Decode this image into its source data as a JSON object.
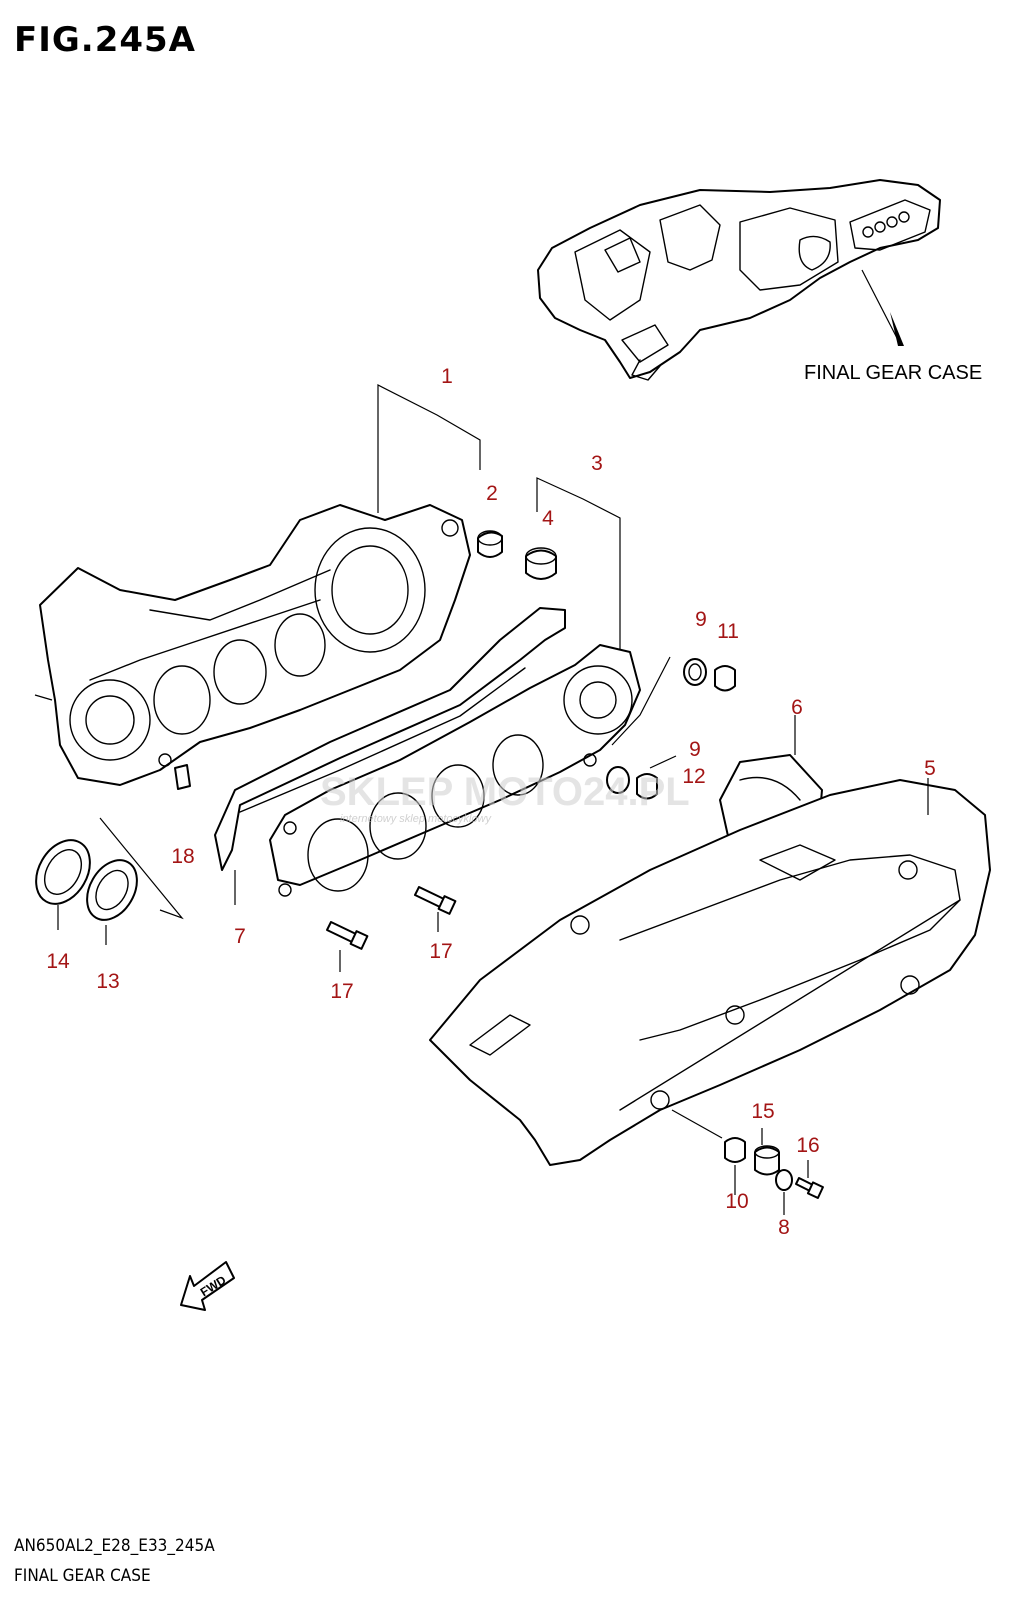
{
  "figure": {
    "title": "FIG.245A"
  },
  "callout": {
    "text": "FINAL GEAR CASE"
  },
  "parts": [
    {
      "no": "1"
    },
    {
      "no": "2"
    },
    {
      "no": "3"
    },
    {
      "no": "4"
    },
    {
      "no": "5"
    },
    {
      "no": "6"
    },
    {
      "no": "7"
    },
    {
      "no": "8"
    },
    {
      "no": "9"
    },
    {
      "no": "9"
    },
    {
      "no": "10"
    },
    {
      "no": "11"
    },
    {
      "no": "12"
    },
    {
      "no": "13"
    },
    {
      "no": "14"
    },
    {
      "no": "15"
    },
    {
      "no": "16"
    },
    {
      "no": "17"
    },
    {
      "no": "17"
    },
    {
      "no": "18"
    }
  ],
  "fwd_arrow": {
    "text": "FWD"
  },
  "watermark": {
    "brand": "SKLEP MOTO24.PL",
    "tagline": "internetowy sklep motocyklowy"
  },
  "footer": {
    "model_code": "AN650AL2_E28_E33_245A",
    "caption": "FINAL GEAR CASE"
  },
  "colors": {
    "part_number": "#a31515",
    "line": "#000000"
  }
}
